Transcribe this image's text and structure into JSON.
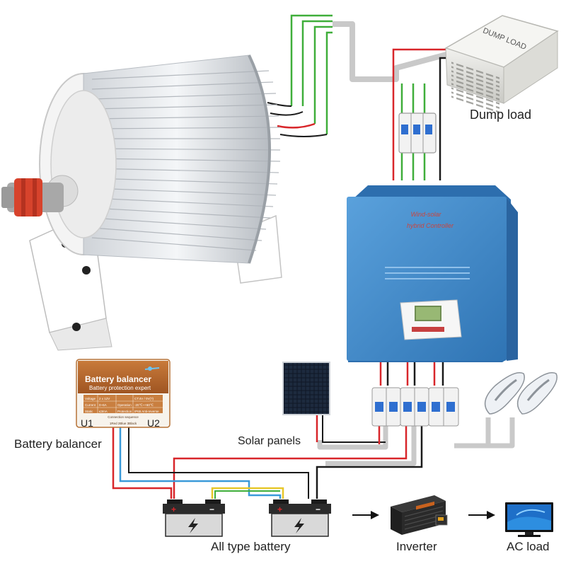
{
  "labels": {
    "dump_load": "Dump load",
    "battery_balancer": "Battery balancer",
    "solar_panels": "Solar panels",
    "all_type_battery": "All type battery",
    "inverter": "Inverter",
    "ac_load": "AC load"
  },
  "dump_load_box": {
    "text": "DUMP LOAD"
  },
  "controller": {
    "line1": "Wind-solar",
    "line2": "hybrid Controller"
  },
  "balancer_device": {
    "title": "Battery balancer",
    "subtitle": "Battery protection expert",
    "u1": "U1",
    "u2": "U2",
    "connection": "Connection sequence",
    "wires": "1Red  2Blue  3Black",
    "specs": [
      [
        "Voltage",
        "2 x 12V",
        "",
        "CT:4V / 0V(?)"
      ],
      [
        "Current",
        "0~6A",
        "Operation",
        "-20℃~+60℃"
      ],
      [
        "Static",
        "≤3mA",
        "Protection",
        "IP65 Anti-reverse"
      ]
    ]
  },
  "battery": {
    "plus": "+",
    "minus": "−"
  },
  "colors": {
    "wire_red": "#d8262a",
    "wire_green": "#3fae3a",
    "wire_black": "#1a1a1a",
    "wire_blue": "#3a9ad9",
    "wire_yellow": "#e8c72a",
    "wire_gray": "#c9c9c9",
    "controller_blue": "#3d86c6",
    "balancer_orange": "#b8692c"
  },
  "icons": [
    "wind-generator-icon",
    "breaker-icon",
    "solar-panel-icon",
    "led-lamp-icon",
    "battery-icon",
    "inverter-icon",
    "tv-icon",
    "arrow-right-icon"
  ]
}
